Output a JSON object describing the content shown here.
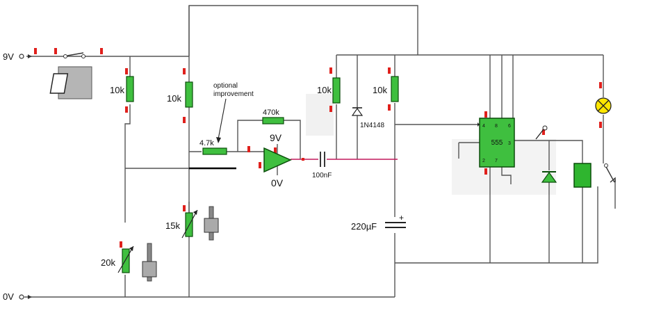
{
  "terminals": {
    "supply_9v": "9V",
    "ground_0v": "0V"
  },
  "components": {
    "r_left": "10k",
    "r_divider_top": "10k",
    "r_47k": "4.7k",
    "r_feedback": "470k",
    "pot_15k": "15k",
    "pot_20k": "20k",
    "opamp_supply": "9V",
    "opamp_ground": "0V",
    "cap_coupling": "100nF",
    "r_mid_left": "10k",
    "r_mid_right": "10k",
    "diode_1n4148": "1N4148",
    "cap_electrolytic": "220µF",
    "cap_plus_sign": "+"
  },
  "annotations": {
    "optional_line1": "optional",
    "optional_line2": "improvement"
  },
  "ic_555": {
    "label": "555",
    "pins": [
      "4",
      "8",
      "6",
      "3",
      "2",
      "7"
    ]
  },
  "colors": {
    "wire": "#555555",
    "pin_marker": "#e0201c",
    "resistor_fill": "#3fbf3f",
    "lamp_fill": "#ffe600",
    "relay_fill": "#2fb52f"
  },
  "icons": [
    "switch-icon",
    "opamp-icon",
    "diode-icon",
    "capacitor-icon",
    "lamp-icon",
    "relay-icon",
    "ic-555-icon",
    "potentiometer-icon",
    "slider-knob-icon",
    "led-icon"
  ]
}
